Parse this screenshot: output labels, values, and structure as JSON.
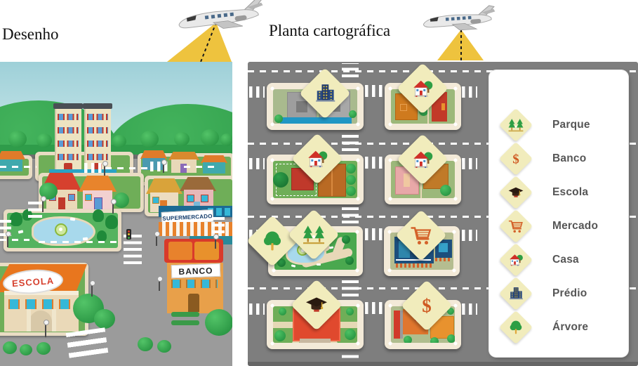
{
  "header": {
    "left_label": "Desenho",
    "right_label": "Planta cartográfica"
  },
  "drawing": {
    "signs": {
      "escola": "ESCOLA",
      "supermercado": "SUPERMERCADO",
      "banco": "BANCO"
    }
  },
  "map": {
    "blocks": [
      {
        "row": 1,
        "col": 1,
        "type": "prédio",
        "icon": "predio-icon"
      },
      {
        "row": 1,
        "col": 2,
        "type": "casa",
        "icon": "casa-icon"
      },
      {
        "row": 2,
        "col": 1,
        "type": "casa",
        "icon": "casa-icon"
      },
      {
        "row": 2,
        "col": 2,
        "type": "casa",
        "icon": "casa-icon"
      },
      {
        "row": 3,
        "col": 1,
        "type": "parque",
        "icons": [
          "arvore-icon",
          "parque-icon"
        ]
      },
      {
        "row": 3,
        "col": 2,
        "type": "mercado",
        "icon": "mercado-icon"
      },
      {
        "row": 4,
        "col": 1,
        "type": "escola",
        "icon": "escola-icon"
      },
      {
        "row": 4,
        "col": 2,
        "type": "banco",
        "icon": "banco-icon"
      }
    ]
  },
  "legend": {
    "items": [
      {
        "label": "Parque",
        "icon": "parque-icon"
      },
      {
        "label": "Banco",
        "icon": "banco-icon"
      },
      {
        "label": "Escola",
        "icon": "escola-icon"
      },
      {
        "label": "Mercado",
        "icon": "mercado-icon"
      },
      {
        "label": "Casa",
        "icon": "casa-icon"
      },
      {
        "label": "Prédio",
        "icon": "predio-icon"
      },
      {
        "label": "Árvore",
        "icon": "arvore-icon"
      }
    ]
  },
  "colors": {
    "road_gray": "#7e7e7e",
    "block_cream": "#f3ead8",
    "diamond_yellow": "#f1ecbc",
    "cone_yellow": "#eec33e",
    "sky_blue": "#a8d8de",
    "hill_green": "#2f9c4a",
    "legend_text": "#565656",
    "sign_red": "#d6402e"
  }
}
